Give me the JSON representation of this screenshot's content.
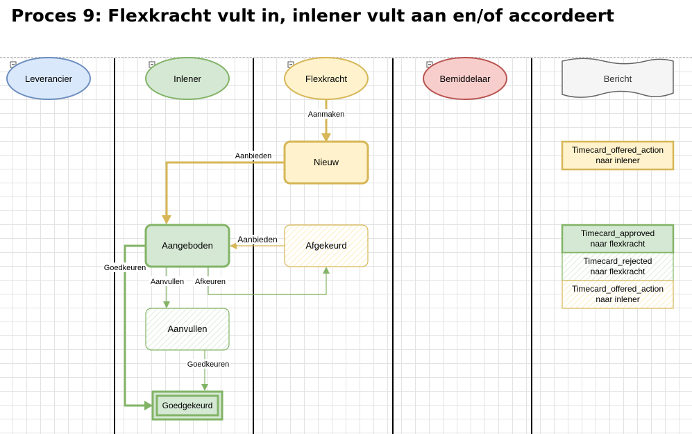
{
  "title": "Proces 9: Flexkracht vult in, inlener vult aan en/of accordeert",
  "lanes": {
    "leverancier": "Leverancier",
    "inlener": "Inlener",
    "flexkracht": "Flexkracht",
    "bemiddelaar": "Bemiddelaar",
    "bericht": "Bericht"
  },
  "states": {
    "nieuw": "Nieuw",
    "aangeboden": "Aangeboden",
    "afgekeurd": "Afgekeurd",
    "aanvullen": "Aanvullen",
    "goedgekeurd": "Goedgekeurd"
  },
  "transitions": {
    "aanmaken": "Aanmaken",
    "aanbieden_1": "Aanbieden",
    "aanbieden_2": "Aanbieden",
    "goedkeuren_1": "Goedkeuren",
    "aanvullen": "Aanvullen",
    "afkeuren": "Afkeuren",
    "goedkeuren_2": "Goedkeuren"
  },
  "messages": {
    "offered_1": {
      "line1": "Timecard_offered_action",
      "line2": "naar inlener"
    },
    "approved": {
      "line1": "Timecard_approved",
      "line2": "naar flexkracht"
    },
    "rejected": {
      "line1": "Timecard_rejected",
      "line2": "naar flexkracht"
    },
    "offered_2": {
      "line1": "Timecard_offered_action",
      "line2": "naar inlener"
    }
  },
  "colors": {
    "blue_fill": "#dae8fc",
    "blue_stroke": "#6c8ebf",
    "green_fill": "#d5e8d4",
    "green_stroke": "#82b366",
    "yellow_fill": "#fff2cc",
    "yellow_stroke": "#d6b656",
    "red_fill": "#f8cecc",
    "red_stroke": "#b85450",
    "grey_fill": "#f5f5f5",
    "grey_stroke": "#666666"
  }
}
